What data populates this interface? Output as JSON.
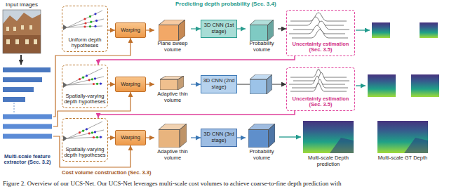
{
  "diagram": {
    "caption": "Figure 2. Overview of our UCS-Net. Our UCS-Net leverages multi-scale cost volumes to achieve coarse-to-fine depth prediction with",
    "nodes": [
      {
        "text": [
          "Input images"
        ]
      },
      {
        "text": [
          "Multi-scale feature extractor (Sec. 3.2)"
        ]
      },
      {
        "text": [
          "Uniform depth hypotheses"
        ]
      },
      {
        "text": [
          "Warping"
        ]
      },
      {
        "text": [
          "Plane sweep volume"
        ]
      },
      {
        "text": [
          "3D CNN (1st stage)"
        ]
      },
      {
        "text": [
          "Probability volume"
        ]
      },
      {
        "text": [
          "Uncertainty estimation (Sec. 3.5)"
        ]
      },
      {
        "text": [
          "Spatially-varying depth hypotheses"
        ]
      },
      {
        "text": [
          "Warping"
        ]
      },
      {
        "text": [
          "Adaptive thin volume"
        ]
      },
      {
        "text": [
          "3D CNN (2nd stage)"
        ]
      },
      {
        "text": [
          "Uncertainty estimation (Sec. 3.5)"
        ]
      },
      {
        "text": [
          "Spatially-varying depth hypotheses"
        ]
      },
      {
        "text": [
          "Warping"
        ]
      },
      {
        "text": [
          "Adaptive thin volume"
        ]
      },
      {
        "text": [
          "3D CNN (3rd stage)"
        ]
      },
      {
        "text": [
          "Probability volume"
        ]
      }
    ],
    "edges": [
      {
        "from": 0,
        "to": 1,
        "arrow": "to"
      },
      {
        "from": 1,
        "to": 3,
        "arrow": "to"
      },
      {
        "from": 1,
        "to": 9,
        "arrow": "to"
      },
      {
        "from": 1,
        "to": 14,
        "arrow": "to"
      },
      {
        "from": 2,
        "to": 3,
        "arrow": "to"
      },
      {
        "from": 3,
        "to": 4,
        "arrow": "to"
      },
      {
        "from": 4,
        "to": 5,
        "arrow": "to"
      },
      {
        "from": 5,
        "to": 6,
        "arrow": "to"
      },
      {
        "from": 6,
        "to": 7,
        "arrow": "to"
      },
      {
        "from": 7,
        "to": 8,
        "arrow": "to"
      },
      {
        "from": 8,
        "to": 9,
        "arrow": "to"
      },
      {
        "from": 9,
        "to": 10,
        "arrow": "to"
      },
      {
        "from": 10,
        "to": 11,
        "arrow": "to"
      },
      {
        "from": 11,
        "to": 12,
        "arrow": "to"
      },
      {
        "from": 12,
        "to": 13,
        "arrow": "to"
      },
      {
        "from": 13,
        "to": 14,
        "arrow": "to"
      },
      {
        "from": 14,
        "to": 15,
        "arrow": "to"
      },
      {
        "from": 15,
        "to": 16,
        "arrow": "to"
      },
      {
        "from": 16,
        "to": 17,
        "arrow": "to"
      }
    ],
    "labels": [
      "Predicting depth probability (Sec. 3.4)",
      "Cost volume construction (Sec. 3.3)",
      "Multi-scale Depth prediction",
      "Multi-scale GT Depth"
    ]
  }
}
